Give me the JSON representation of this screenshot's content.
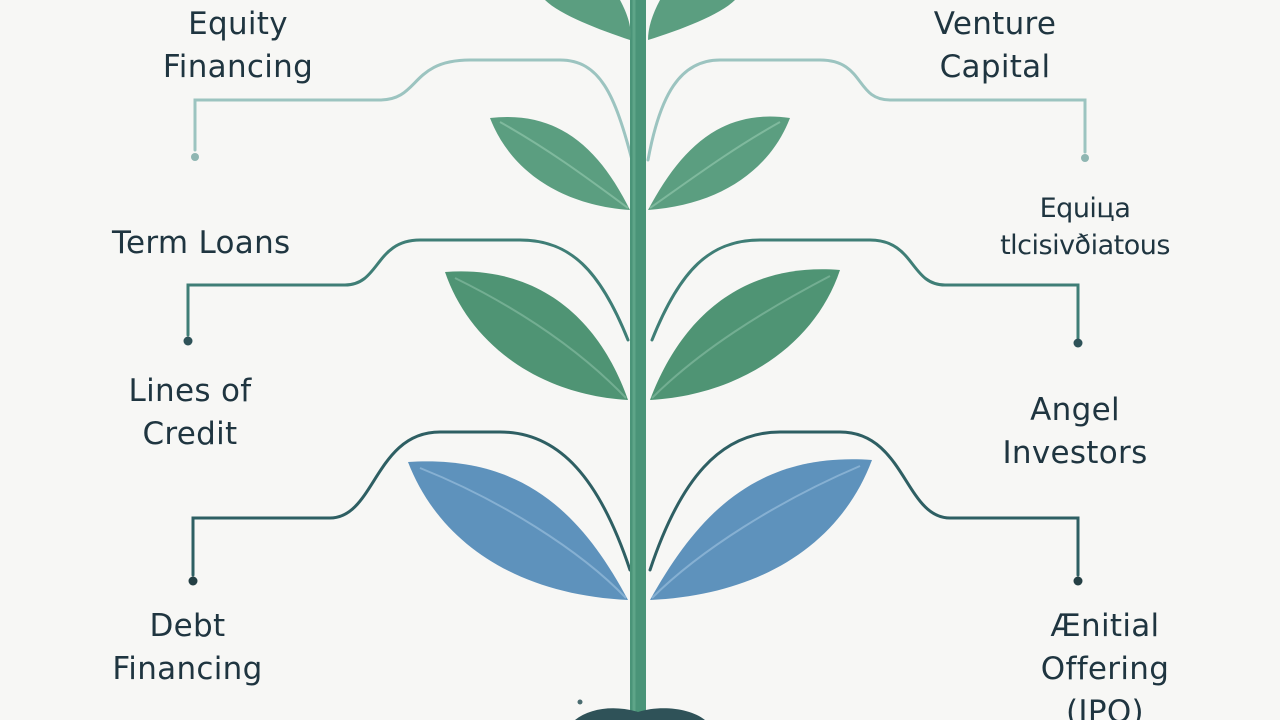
{
  "labels": {
    "equity_financing": "Equity\nFinancing",
    "venture_capital": "Venture\nCapital",
    "term_loans": "Term Loans",
    "equity_tail": "Equiцa\ntlcisivðiatous",
    "lines_of_credit": "Lines of\nCredit",
    "angel_investors": "Angel\nInvestors",
    "debt_financing": "Debt\nFinancing",
    "initial_offering": "Ænitial\nOffering\n(IPO)"
  },
  "colors": {
    "background": "#f7f7f5",
    "stem": "#4a9478",
    "leaf_green": "#5b9e80",
    "leaf_blue": "#5e92bc",
    "connector_light": "#9cc4c0",
    "connector_mid": "#3f7e76",
    "connector_dark": "#2e5f63",
    "text": "#1f3540"
  }
}
